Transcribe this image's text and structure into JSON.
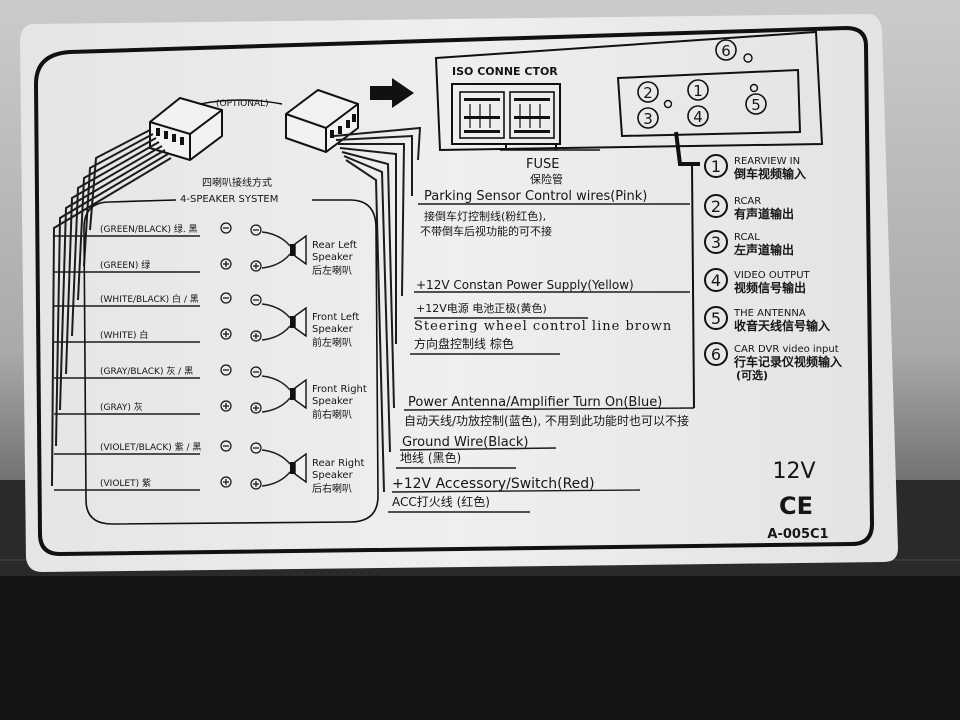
{
  "connector": {
    "optional_label": "(OPTIONAL)",
    "iso_label": "ISO CONNE CTOR",
    "fuse_label": "FUSE",
    "fuse_cn": "保险管"
  },
  "speaker": {
    "title_cn": "四喇叭接线方式",
    "title_en": "4-SPEAKER SYSTEM",
    "wires": [
      {
        "label": "(GREEN/BLACK) 绿. 黑",
        "polarity": "-"
      },
      {
        "label": "(GREEN) 绿",
        "polarity": "+"
      },
      {
        "label": "(WHITE/BLACK) 白 / 黑",
        "polarity": "-"
      },
      {
        "label": "(WHITE) 白",
        "polarity": "+"
      },
      {
        "label": "(GRAY/BLACK) 灰 / 黑",
        "polarity": "-"
      },
      {
        "label": "(GRAY) 灰",
        "polarity": "+"
      },
      {
        "label": "(VIOLET/BLACK) 紫 / 黑",
        "polarity": "-"
      },
      {
        "label": "(VIOLET) 紫",
        "polarity": "+"
      }
    ],
    "speakers": [
      {
        "line1": "Rear Left",
        "line2": "Speaker",
        "cn": "后左喇叭"
      },
      {
        "line1": "Front Left",
        "line2": "Speaker",
        "cn": "前左喇叭"
      },
      {
        "line1": "Front Right",
        "line2": "Speaker",
        "cn": "前右喇叭"
      },
      {
        "line1": "Rear Right",
        "line2": "Speaker",
        "cn": "后右喇叭"
      }
    ]
  },
  "wires": {
    "parking_en": "Parking Sensor Control wires(Pink)",
    "parking_cn1": "接倒车灯控制线(粉红色),",
    "parking_cn2": "不带倒车后视功能的可不接",
    "power_en": "+12V Constan Power Supply(Yellow)",
    "power_cn": "+12V电源 电池正极(黄色)",
    "steering_en": "Steering wheel control line brown",
    "steering_cn": "方向盘控制线 棕色",
    "antenna_en": "Power Antenna/Amplifier Turn On(Blue)",
    "antenna_cn": "自动天线/功放控制(蓝色), 不用到此功能时也可以不接",
    "ground_en": "Ground Wire(Black)",
    "ground_cn": "地线 (黑色)",
    "acc_en": "+12V Accessory/Switch(Red)",
    "acc_cn": "ACC打火线 (红色)"
  },
  "ports": [
    {
      "num": "1",
      "en": "REARVIEW IN",
      "cn": "倒车视频输入"
    },
    {
      "num": "2",
      "en": "RCAR",
      "cn": "有声道输出"
    },
    {
      "num": "3",
      "en": "RCAL",
      "cn": "左声道输出"
    },
    {
      "num": "4",
      "en": "VIDEO OUTPUT",
      "cn": "视频信号输出"
    },
    {
      "num": "5",
      "en": "THE ANTENNA",
      "cn": "收音天线信号输入"
    },
    {
      "num": "6",
      "en": "CAR DVR video input",
      "cn": "行车记录仪视频输入",
      "cn2": "(可选)"
    }
  ],
  "panel_nums": [
    "6",
    "1",
    "2",
    "3",
    "4",
    "5"
  ],
  "footer": {
    "voltage": "12V",
    "mark": "CE",
    "model": "A-005C1"
  }
}
